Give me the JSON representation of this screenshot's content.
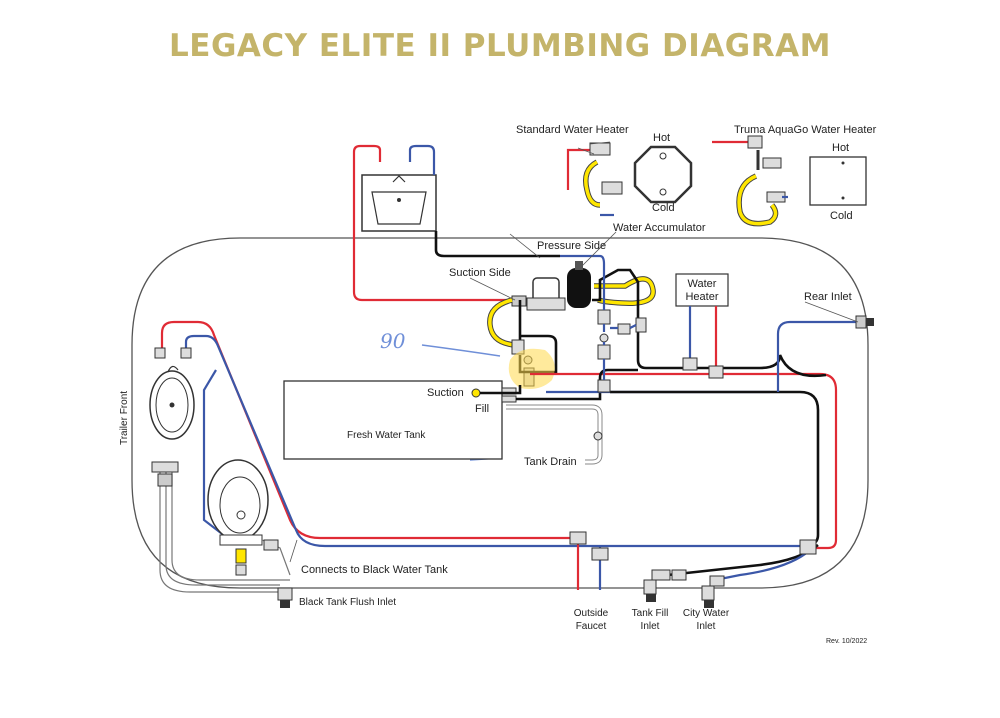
{
  "title": "LEGACY ELITE II PLUMBING DIAGRAM",
  "labels": {
    "standard_water_heater": "Standard Water Heater",
    "truma_heater": "Truma AquaGo Water Heater",
    "hot_std": "Hot",
    "cold_std": "Cold",
    "hot_truma": "Hot",
    "cold_truma": "Cold",
    "pressure_side": "Pressure Side",
    "water_accumulator": "Water Accumulator",
    "suction_side": "Suction Side",
    "water_heater_line1": "Water",
    "water_heater_line2": "Heater",
    "rear_inlet": "Rear Inlet",
    "suction": "Suction",
    "fill": "Fill",
    "fresh_water_tank": "Fresh Water Tank",
    "tank_drain": "Tank Drain",
    "trailer_front": "Trailer Front",
    "connects_black_tank": "Connects to Black Water Tank",
    "black_tank_flush": "Black Tank Flush Inlet",
    "outside_faucet_1": "Outside",
    "outside_faucet_2": "Faucet",
    "tank_fill_1": "Tank Fill",
    "tank_fill_2": "Inlet",
    "city_water_1": "City Water",
    "city_water_2": "Inlet",
    "revision": "Rev. 10/2022",
    "handwritten_note": "90"
  },
  "colors": {
    "title": "#c4b46a",
    "hot_line": "#e02b35",
    "cold_line": "#3b57a8",
    "suction_line": "#111111",
    "flex_hose": "#ffe600",
    "annotation": "#6f8fd8",
    "highlight": "#ffd84a"
  }
}
